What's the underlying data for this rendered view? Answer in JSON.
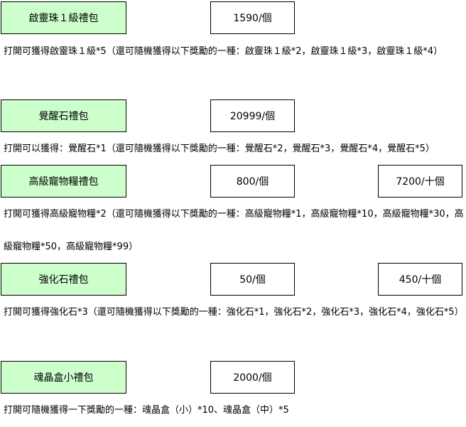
{
  "items": [
    {
      "name": "啟靈珠１級禮包",
      "price_single": "1590/個",
      "desc": "打開可獲得啟靈珠１級*5（還可隨機獲得以下獎勵的一種：啟靈珠１級*2，啟靈珠１級*3，啟靈珠１級*4）"
    },
    {
      "name": "覺醒石禮包",
      "price_single": "20999/個",
      "desc": "打開可以獲得：覺醒石*1（還可隨機獲得以下獎勵的一種：覺醒石*2，覺醒石*3，覺醒石*4，覺醒石*5）"
    },
    {
      "name": "高級寵物糧禮包",
      "price_single": "800/個",
      "price_multi": "7200/十個",
      "desc": "打開可獲得高級寵物糧*2（還可隨機獲得以下獎勵的一種：高級寵物糧*1，高級寵物糧*10，高級寵物糧*30，高級寵物糧*50，高級寵物糧*99）"
    },
    {
      "name": "強化石禮包",
      "price_single": "50/個",
      "price_multi": "450/十個",
      "desc": "打開可獲得強化石*3（還可隨機獲得以下獎勵的一種：強化石*1，強化石*2，強化石*3，強化石*4，強化石*5）"
    },
    {
      "name": "魂晶盒小禮包",
      "price_single": "2000/個",
      "desc": "打開可隨機獲得一下獎勵的一種：魂晶盒（小）*10、魂晶盒（中）*5"
    }
  ]
}
